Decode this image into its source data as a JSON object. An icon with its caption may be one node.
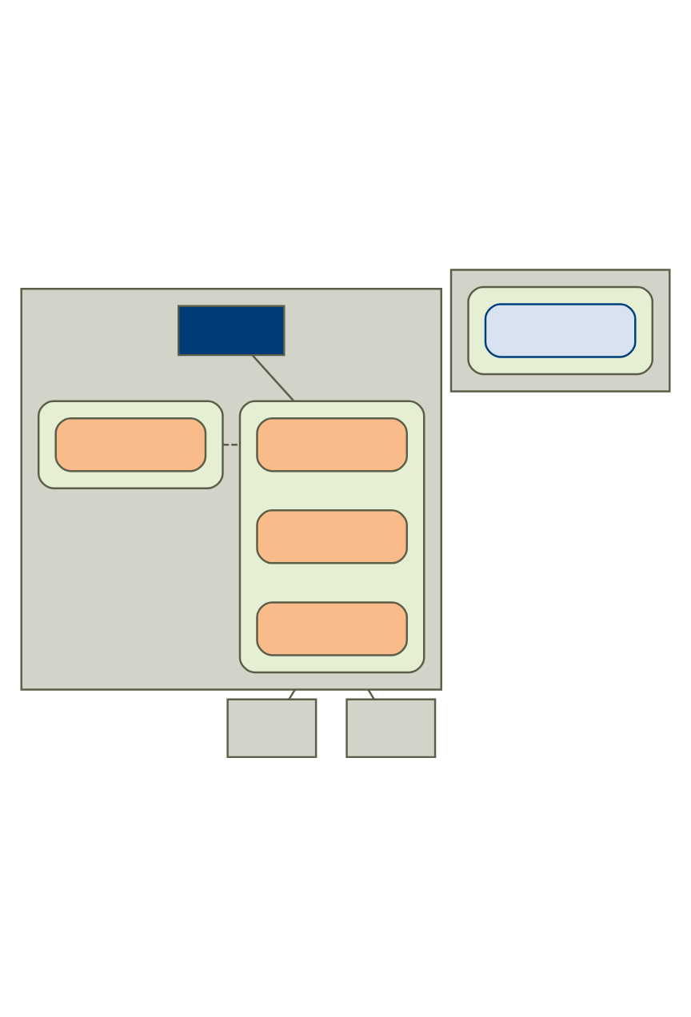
{
  "diagram": {
    "nodes": [
      {
        "text": [],
        "shape": "box"
      },
      {
        "text": [],
        "shape": "box",
        "in": 0
      },
      {
        "text": [],
        "shape": "box",
        "in": 0
      },
      {
        "text": [],
        "shape": "box",
        "in": 2
      },
      {
        "text": [],
        "shape": "box",
        "in": 0
      },
      {
        "text": [],
        "shape": "box",
        "in": 4
      },
      {
        "text": [],
        "shape": "box",
        "in": 4
      },
      {
        "text": [],
        "shape": "box",
        "in": 4
      },
      {
        "text": [],
        "shape": "box"
      },
      {
        "text": [],
        "shape": "box",
        "in": 8
      },
      {
        "text": [],
        "shape": "box",
        "in": 9
      },
      {
        "text": [],
        "shape": "box"
      },
      {
        "text": [],
        "shape": "box"
      }
    ],
    "edges": [
      {
        "from": 2,
        "to": 4,
        "arrow": "none",
        "style": "dashed"
      },
      {
        "from": 1,
        "to": 4,
        "arrow": "none"
      },
      {
        "from": 0,
        "to": 11,
        "arrow": "none"
      },
      {
        "from": 0,
        "to": 12,
        "arrow": "none"
      }
    ]
  }
}
